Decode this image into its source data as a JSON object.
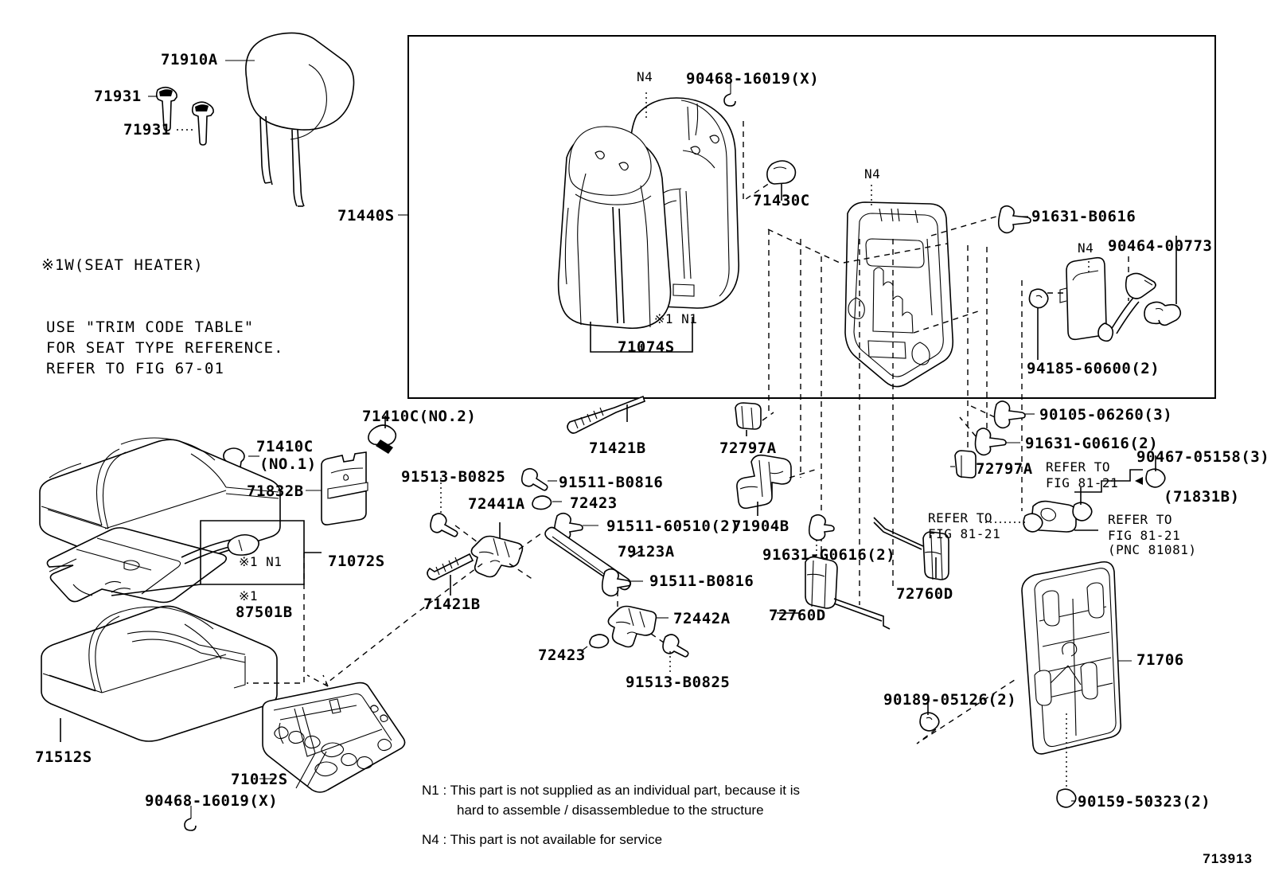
{
  "diagram": {
    "figure_number": "713913",
    "memo_lines": [
      "※1W(SEAT HEATER)",
      "USE \"TRIM CODE TABLE\"",
      "FOR SEAT TYPE REFERENCE.",
      "REFER TO FIG 67-01"
    ],
    "memo_heater": "※1W(SEAT HEATER)",
    "memo_trim_1": "USE \"TRIM CODE TABLE\"",
    "memo_trim_2": "FOR SEAT TYPE REFERENCE.",
    "memo_trim_3": "REFER TO FIG 67-01",
    "notes": {
      "n1_line1": "N1 : This part is not supplied as an individual part, because it is",
      "n1_line2": "hard to assemble / disassembledue to the structure",
      "n4_line1": "N4 : This part is not available for service"
    }
  },
  "labels": {
    "headrest": "71910A",
    "headrest_guide_1": "71931",
    "headrest_guide_2": "71931",
    "seatback_assy": "71440S",
    "seatback_cover": "71074S",
    "seatback_cover_note": "※1 N1",
    "n4_seatback": "N4",
    "n4_frame": "N4",
    "n4_module": "N4",
    "clip_90468_top": "90468-16019(X)",
    "cap_71430c": "71430C",
    "bolt_91631_b0616": "91631-B0616",
    "harness_90464": "90464-00773",
    "grommet_94185": "94185-60600(2)",
    "bolt_90105": "90105-06260(3)",
    "bolt_91631_g0616_r": "91631-G0616(2)",
    "bolt_90467": "90467-05158(3)",
    "ref_8121_a_l1": "REFER TO",
    "ref_8121_a_l2": "FIG 81-21",
    "cover_71831b": "(71831B)",
    "ref_8121_b_l1": "REFER TO",
    "ref_8121_b_l2": "FIG 81-21",
    "ref_8121_c_l1": "REFER TO",
    "ref_8121_c_l2": "FIG 81-21",
    "ref_8121_c_l3": "(PNC 81081)",
    "striker_72797a_top": "72797A",
    "striker_72797a_right": "72797A",
    "hinge_71904b": "71904B",
    "bolt_91631_g0616_m": "91631-G0616(2)",
    "rod_72760d_left": "72760D",
    "rod_72760d_right": "72760D",
    "knob_71410c_no2": "71410C(NO.2)",
    "knob_71410c_no1_a": "71410C",
    "knob_71410c_no1_b": "(NO.1)",
    "cover_71832b": "71832B",
    "screw_91513_b0825_l": "91513-B0825",
    "spring_71421b_top": "71421B",
    "spring_71421b_low": "71421B",
    "bolt_91511_b0816_top": "91511-B0816",
    "clip_72423_top": "72423",
    "clip_72423_low": "72423",
    "adjuster_72441a": "72441A",
    "bolt_91511_60510": "91511-60510(2)",
    "link_79123a": "79123A",
    "bolt_91511_b0816_low": "91511-B0816",
    "adjuster_72442a": "72442A",
    "screw_91513_b0825_r": "91513-B0825",
    "cushion_pad_71512s": "71512S",
    "heater_71072s": "71072S",
    "heater_note_n1": "※1 N1",
    "heater_note_star": "※1",
    "heater_87501b": "87501B",
    "frame_71012s": "71012S",
    "clip_90468_bottom": "90468-16019(X)",
    "board_71706": "71706",
    "clip_90189": "90189-05126(2)",
    "bolt_90159": "90159-50323(2)"
  }
}
